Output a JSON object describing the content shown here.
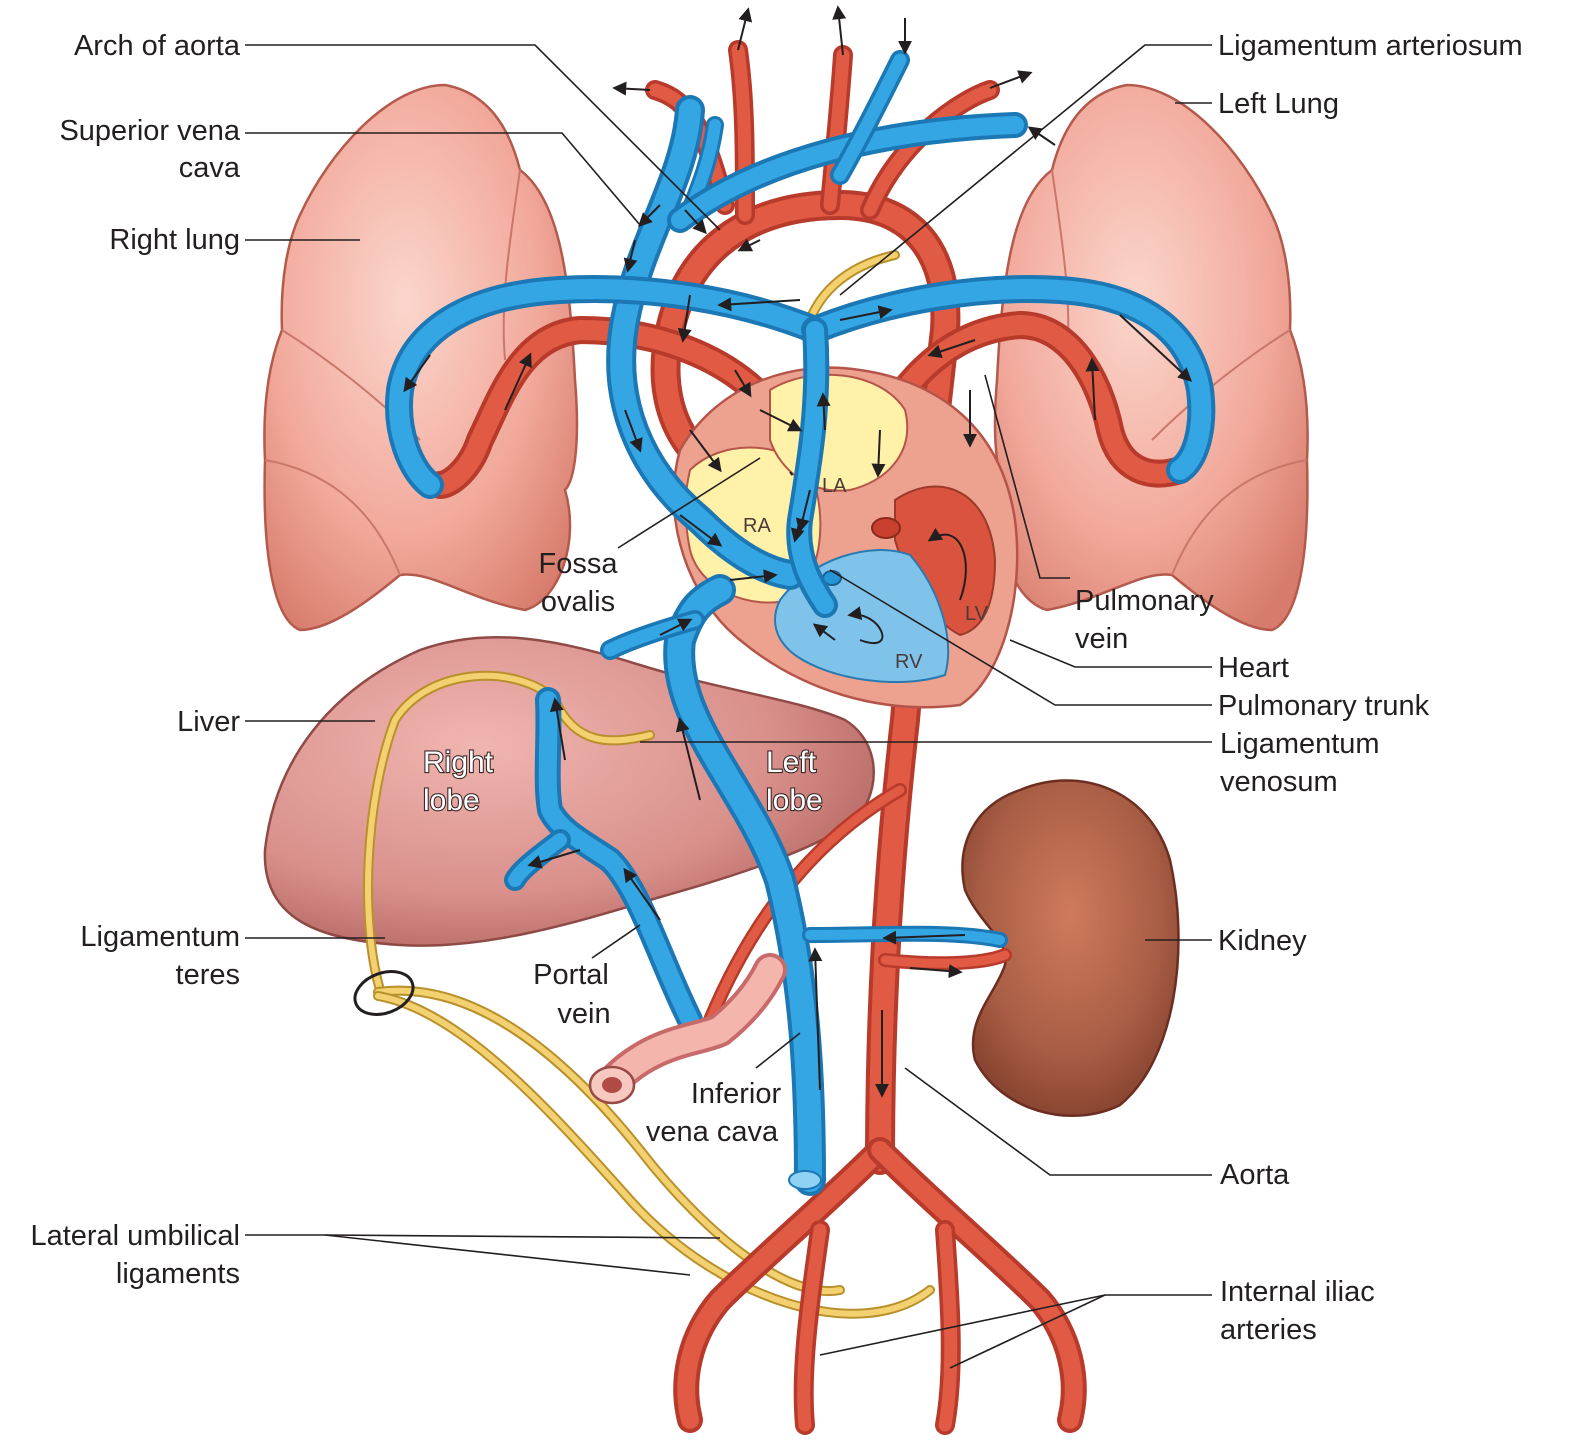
{
  "labels": {
    "arch_of_aorta": "Arch of aorta",
    "superior_vena_cava_1": "Superior vena",
    "superior_vena_cava_2": "cava",
    "right_lung": "Right lung",
    "liver": "Liver",
    "ligamentum_teres_1": "Ligamentum",
    "ligamentum_teres_2": "teres",
    "lateral_umbilical_1": "Lateral umbilical",
    "lateral_umbilical_2": "ligaments",
    "ligamentum_arteriosum": "Ligamentum arteriosum",
    "left_lung": "Left Lung",
    "pulmonary_vein_1": "Pulmonary",
    "pulmonary_vein_2": "vein",
    "heart": "Heart",
    "pulmonary_trunk": "Pulmonary trunk",
    "ligamentum_venosum_1": "Ligamentum",
    "ligamentum_venosum_2": "venosum",
    "kidney": "Kidney",
    "aorta": "Aorta",
    "internal_iliac_1": "Internal iliac",
    "internal_iliac_2": "arteries",
    "fossa_ovalis_1": "Fossa",
    "fossa_ovalis_2": "ovalis",
    "portal_vein_1": "Portal",
    "portal_vein_2": "vein",
    "inferior_vena_cava_1": "Inferior",
    "inferior_vena_cava_2": "vena cava"
  },
  "chambers": {
    "la": "LA",
    "ra": "RA",
    "lv": "LV",
    "rv": "RV"
  },
  "lobes": {
    "right_1": "Right",
    "right_2": "lobe",
    "left_1": "Left",
    "left_2": "lobe"
  },
  "colors": {
    "artery": "#c9402f",
    "vein": "#2496d6",
    "ligament": "#f1c862",
    "lung": "#f2b0a4",
    "liver": "#d48a86",
    "kidney": "#a25a42",
    "atrium_wall": "#fff2a8"
  }
}
